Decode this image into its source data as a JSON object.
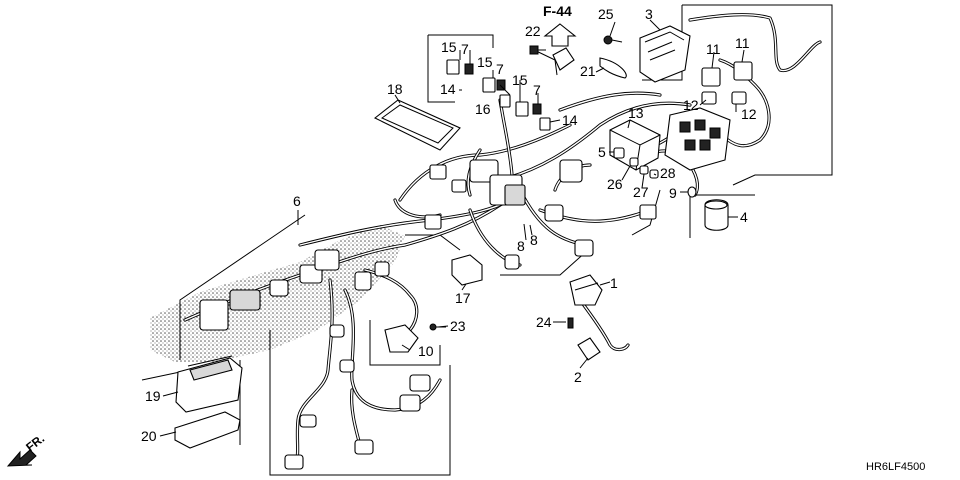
{
  "diagram": {
    "ref_label": "F-44",
    "code_label": "HR6LF4500",
    "fr_label": "FR.",
    "callouts": [
      "1",
      "2",
      "3",
      "4",
      "5",
      "6",
      "7",
      "8",
      "9",
      "10",
      "11",
      "12",
      "13",
      "14",
      "15",
      "16",
      "17",
      "18",
      "19",
      "20",
      "21",
      "22",
      "23",
      "24",
      "25",
      "26",
      "27",
      "28"
    ]
  }
}
